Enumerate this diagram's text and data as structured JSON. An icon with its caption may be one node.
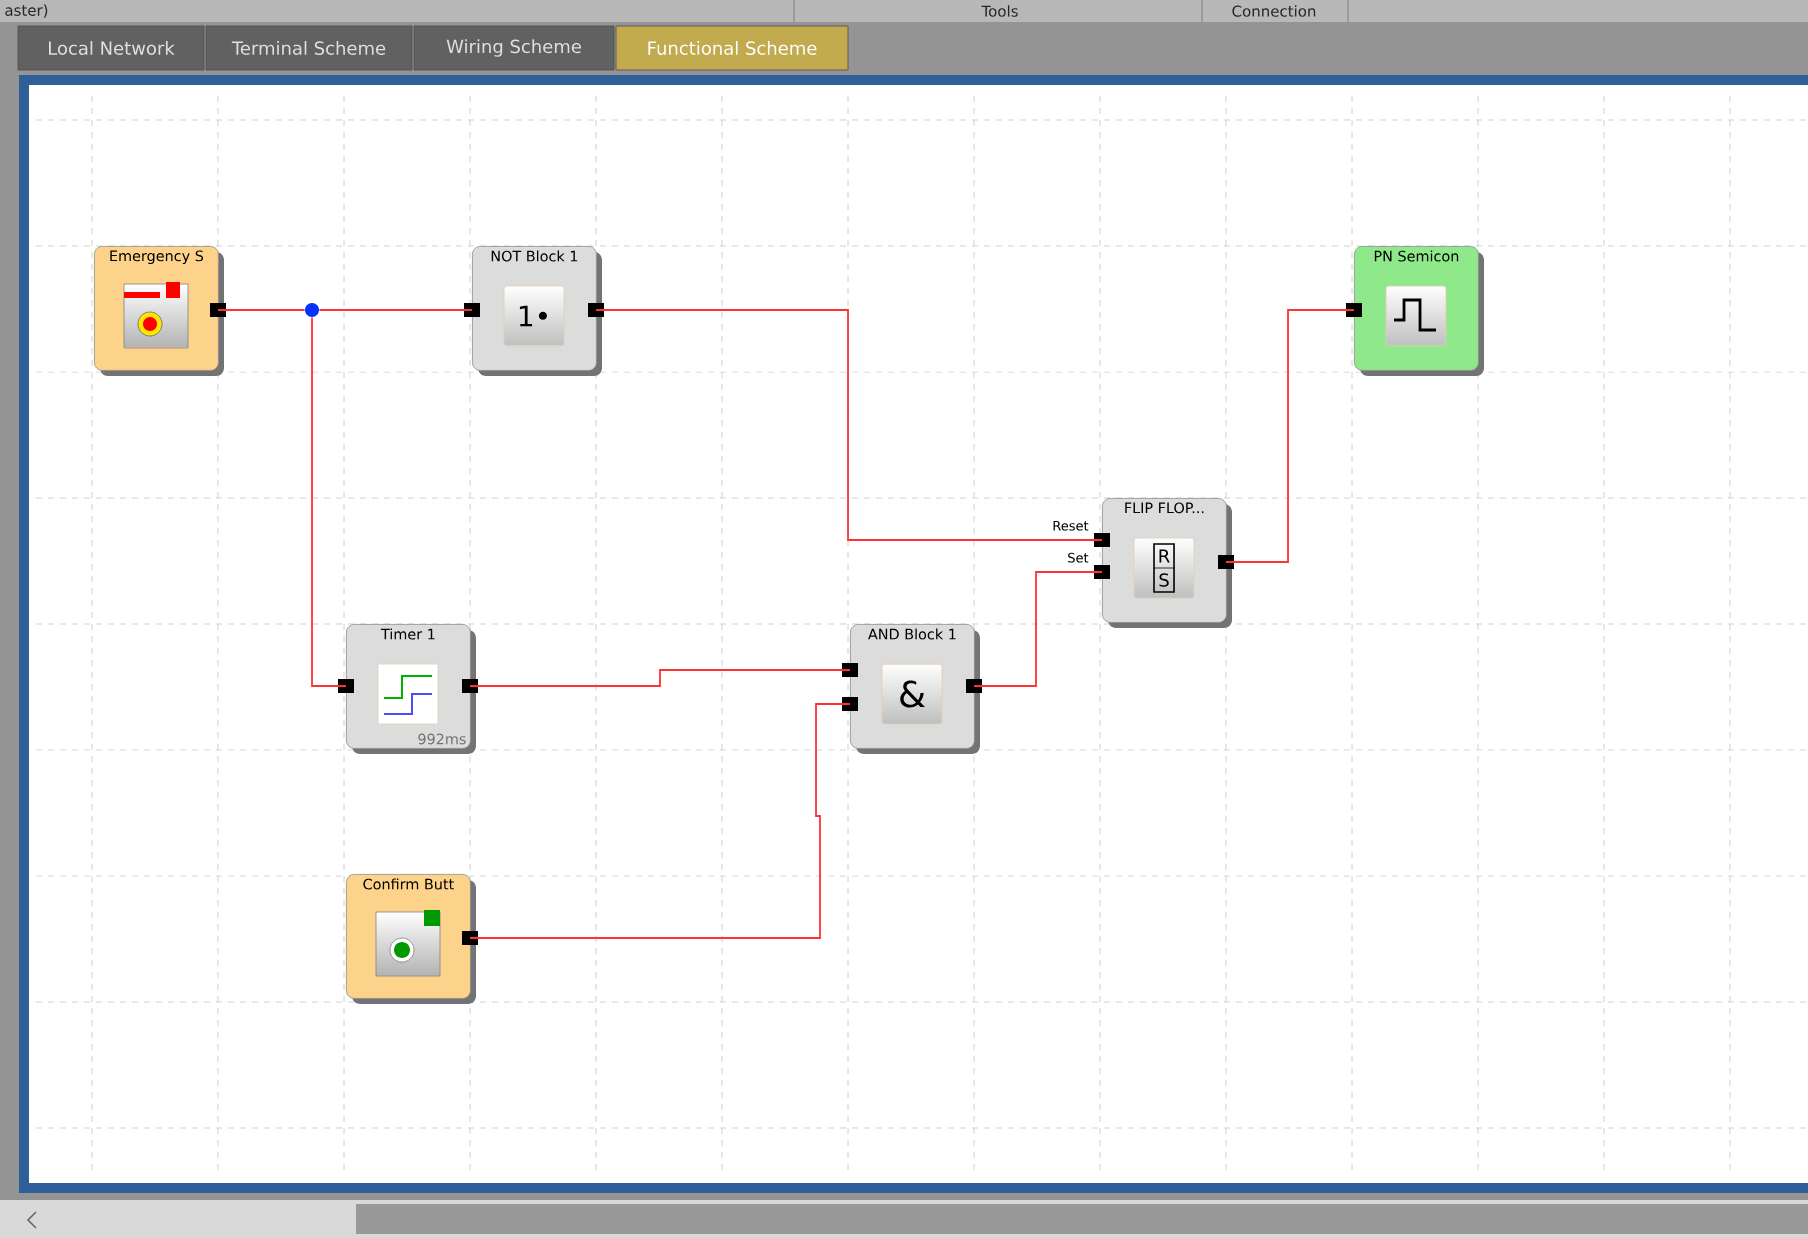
{
  "diagram": {
    "nodes": [
      {
        "text": [
          "Emergency S"
        ]
      },
      {
        "text": [
          "NOT Block 1"
        ]
      },
      {
        "text": [
          "Timer 1",
          "992ms"
        ]
      },
      {
        "text": [
          "AND Block 1"
        ]
      },
      {
        "text": [
          "FLIP FLOP..."
        ]
      },
      {
        "text": [
          "PN Semicon"
        ]
      },
      {
        "text": [
          "Confirm Butt"
        ]
      },
      {
        "text": [],
        "shape": "circle"
      }
    ],
    "edges": [
      {
        "from": 0,
        "to": 7,
        "arrow": "none"
      },
      {
        "from": 7,
        "to": 1,
        "arrow": "none"
      },
      {
        "from": 7,
        "to": 2,
        "arrow": "none"
      },
      {
        "from": 1,
        "to": 4,
        "arrow": "none",
        "label": "Reset"
      },
      {
        "from": 2,
        "to": 3,
        "arrow": "none"
      },
      {
        "from": 6,
        "to": 3,
        "arrow": "none"
      },
      {
        "from": 3,
        "to": 4,
        "arrow": "none",
        "label": "Set"
      },
      {
        "from": 4,
        "to": 5,
        "arrow": "none"
      }
    ],
    "labels": [
      "aster)",
      "Tools",
      "Connection",
      "Local Network",
      "Terminal Scheme",
      "Wiring Scheme",
      "Functional Scheme",
      "1•",
      "&",
      "R",
      "S"
    ]
  }
}
